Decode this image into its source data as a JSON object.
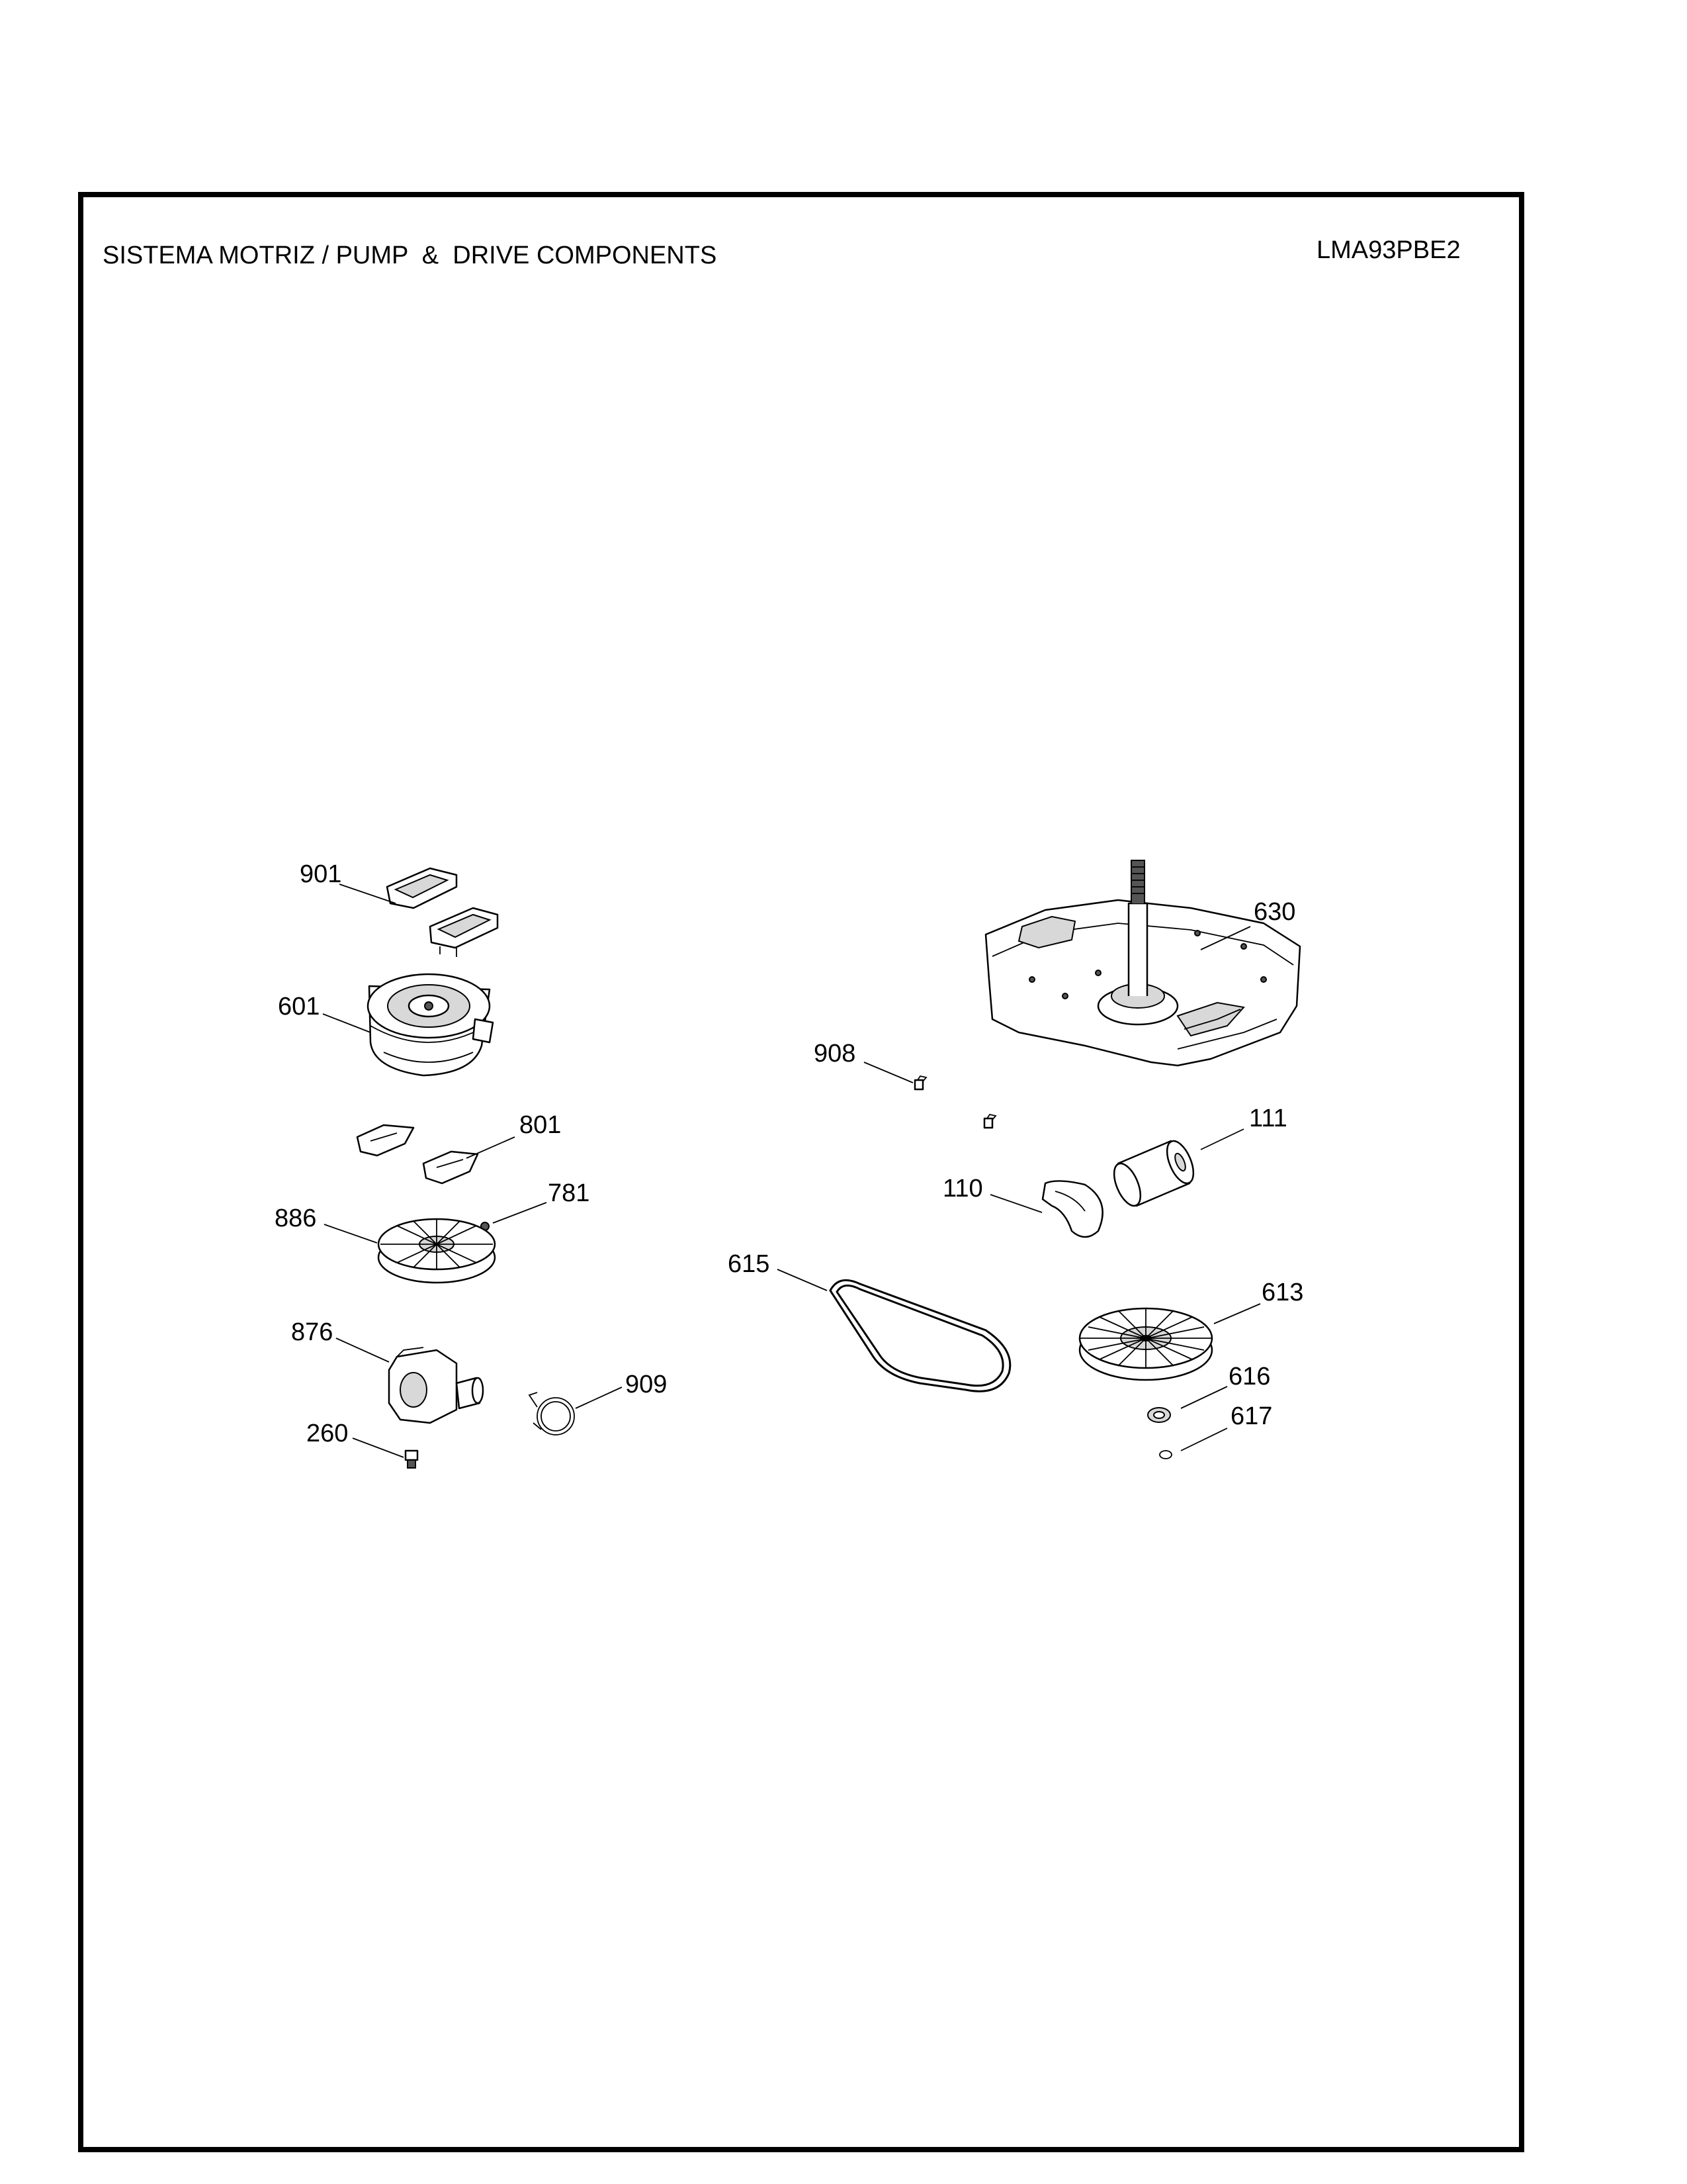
{
  "header": {
    "title": "SISTEMA MOTRIZ / PUMP  &  DRIVE COMPONENTS",
    "model": "LMA93PBE2"
  },
  "callouts": {
    "p901": "901",
    "p601": "601",
    "p801": "801",
    "p781": "781",
    "p886": "886",
    "p876": "876",
    "p909": "909",
    "p260": "260",
    "p630": "630",
    "p908": "908",
    "p111": "111",
    "p110": "110",
    "p615": "615",
    "p613": "613",
    "p616": "616",
    "p617": "617"
  }
}
